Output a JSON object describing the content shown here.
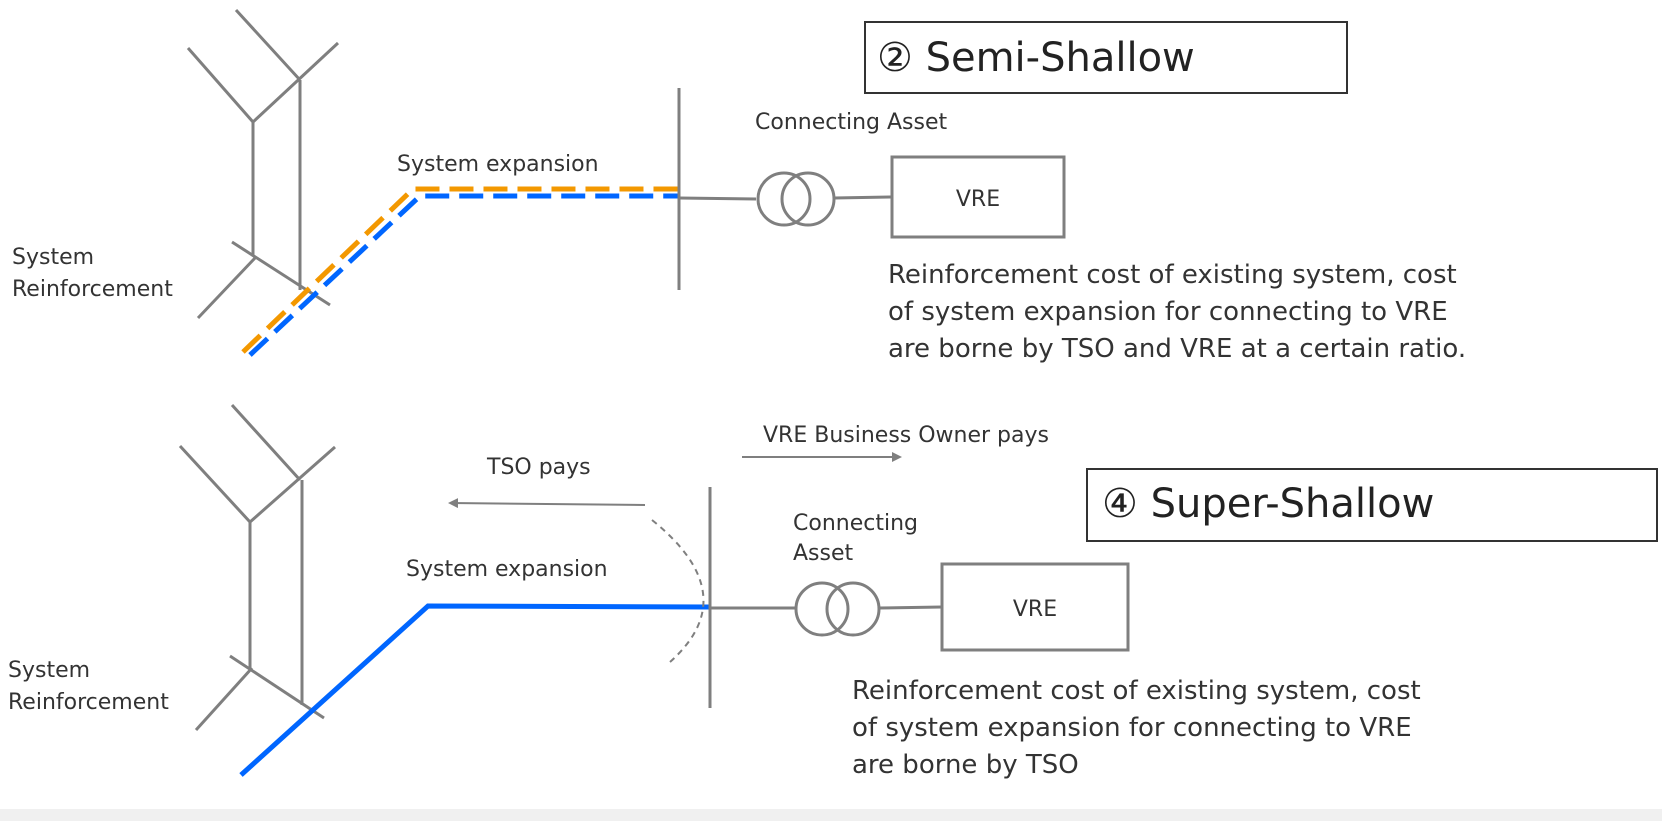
{
  "colors": {
    "blue": "#0066ff",
    "orange": "#f39800",
    "gray": "#7f7f7f"
  },
  "top_diagram": {
    "title": "② Semi-Shallow",
    "system_reinforcement": [
      "System",
      "Reinforcement"
    ],
    "system_expansion": "System expansion",
    "connecting_asset": "Connecting Asset",
    "vre": "VRE",
    "description": [
      "Reinforcement cost of existing system, cost",
      "of system expansion for connecting to VRE",
      "are borne by TSO and VRE at a certain ratio."
    ]
  },
  "bottom_diagram": {
    "title": "④ Super-Shallow",
    "system_reinforcement": [
      "System",
      "Reinforcement"
    ],
    "system_expansion": "System expansion",
    "connecting_asset": [
      "Connecting",
      "Asset"
    ],
    "vre": "VRE",
    "tso_pays": "TSO pays",
    "vre_owner_pays": "VRE Business Owner pays",
    "description": [
      "Reinforcement cost of existing system, cost",
      "of system expansion for connecting to VRE",
      "are borne by TSO"
    ]
  }
}
